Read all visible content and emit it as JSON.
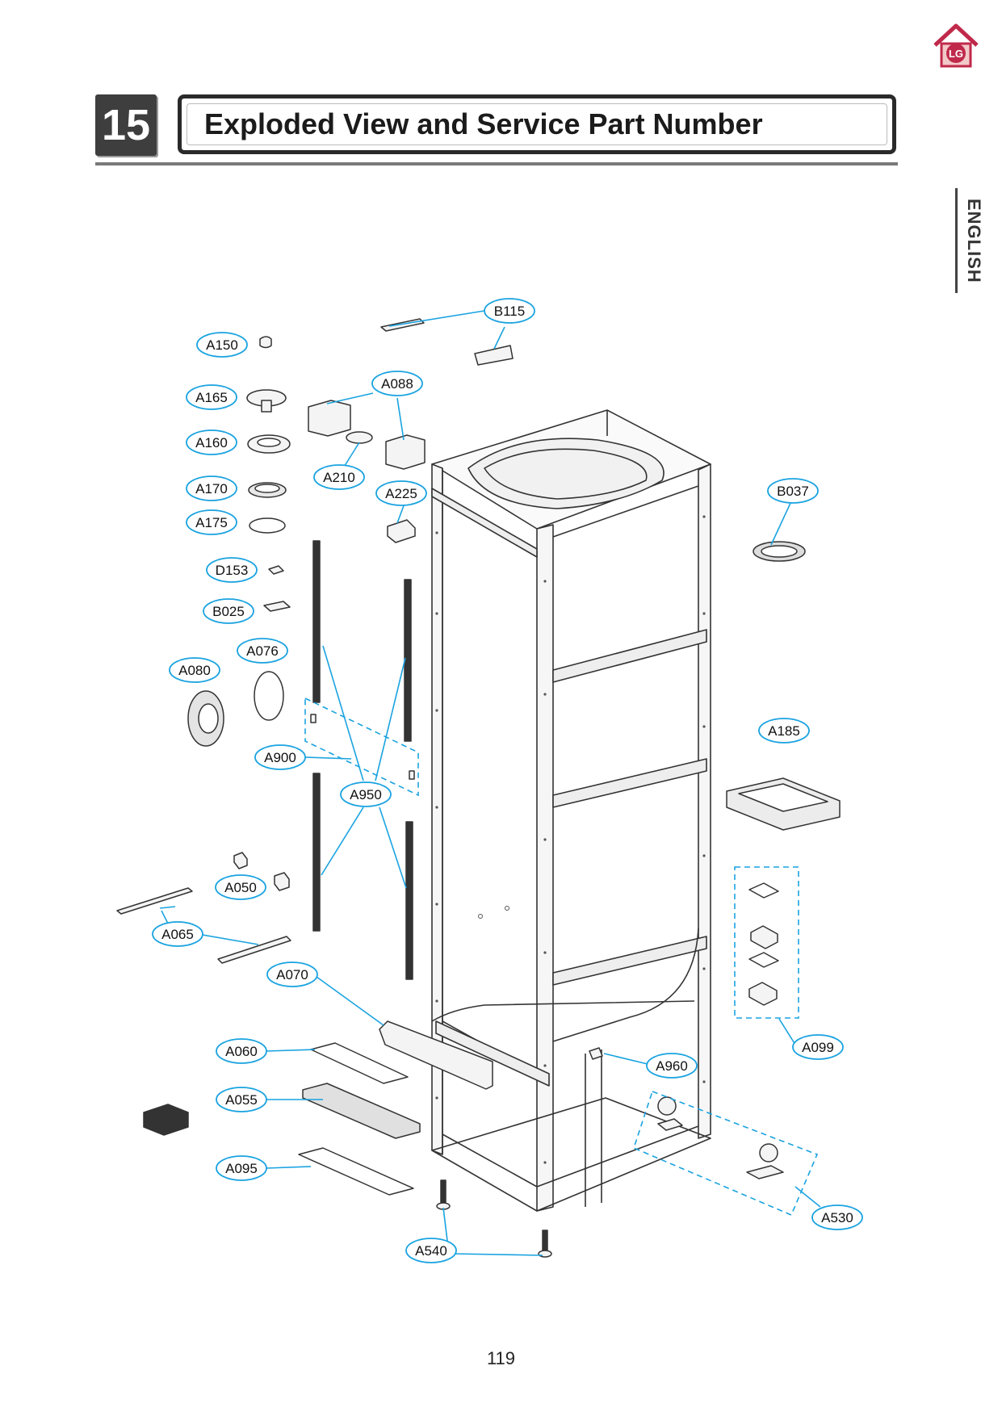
{
  "section": {
    "number": "15",
    "title": "Exploded View and Service Part Number"
  },
  "language_tab": "ENGLISH",
  "page_number": "119",
  "colors": {
    "callout": "#1aa3e0",
    "section_box": "#3e3e3e",
    "logo_red": "#c0294a"
  },
  "parts": {
    "B115": "B115",
    "A150": "A150",
    "A088": "A088",
    "A165": "A165",
    "A160": "A160",
    "A210": "A210",
    "A170": "A170",
    "A225": "A225",
    "B037": "B037",
    "A175": "A175",
    "D153": "D153",
    "B025": "B025",
    "A076": "A076",
    "A080": "A080",
    "A185": "A185",
    "A900": "A900",
    "A950": "A950",
    "A050": "A050",
    "A065": "A065",
    "A070": "A070",
    "A099": "A099",
    "A060": "A060",
    "A960": "A960",
    "A055": "A055",
    "A095": "A095",
    "A530": "A530",
    "A540": "A540"
  }
}
